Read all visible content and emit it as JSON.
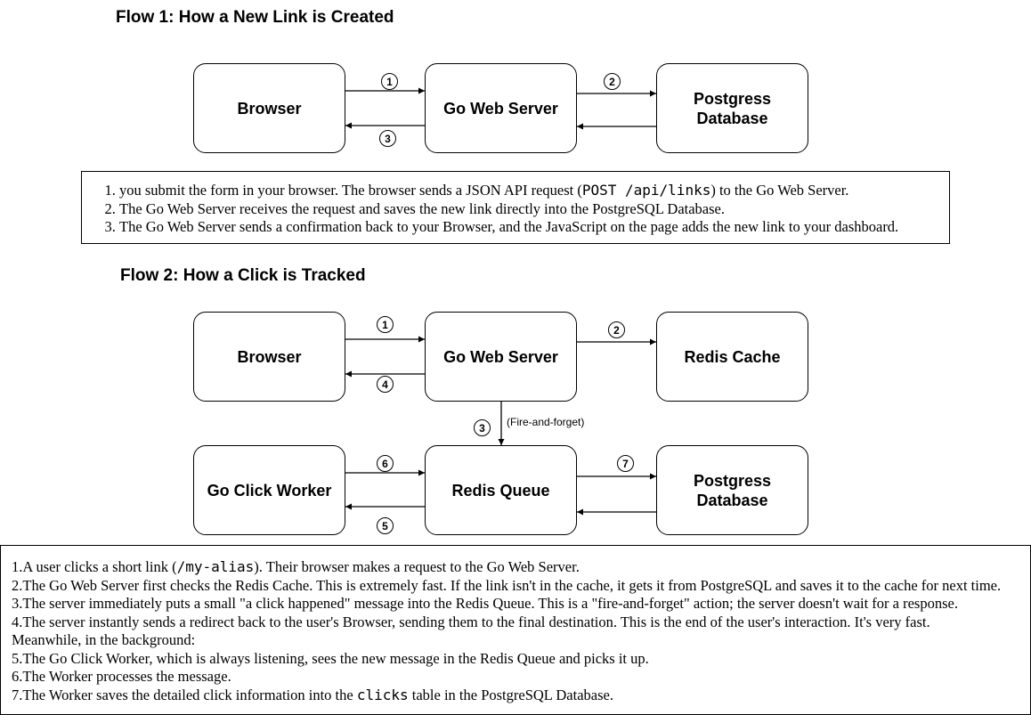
{
  "flow1": {
    "title": "Flow 1: How a New Link is Created",
    "nodes": {
      "browser": "Browser",
      "server": "Go Web Server",
      "db_line1": "Postgress",
      "db_line2": "Database"
    },
    "badges": [
      "1",
      "2",
      "3"
    ],
    "notes": [
      {
        "before": "you submit the form in your browser. The browser sends a JSON API request (",
        "code": "POST /api/links",
        "after": ") to the Go Web Server."
      },
      {
        "before": "The Go Web Server receives the request and saves the new link directly into the PostgreSQL Database.",
        "code": "",
        "after": ""
      },
      {
        "before": "The Go Web Server sends a confirmation back to your Browser, and the JavaScript on the page adds the new link to your dashboard.",
        "code": "",
        "after": ""
      }
    ]
  },
  "flow2": {
    "title": "Flow 2: How a Click is Tracked",
    "nodes": {
      "browser": "Browser",
      "server": "Go Web Server",
      "cache": "Redis Cache",
      "worker": "Go Click Worker",
      "queue": "Redis Queue",
      "db_line1": "Postgress",
      "db_line2": "Database"
    },
    "badges": [
      "1",
      "2",
      "3",
      "4",
      "5",
      "6",
      "7"
    ],
    "edge_label": "(Fire-and-forget)",
    "notes": [
      {
        "before": "1.A user clicks a short link (",
        "code": "/my-alias",
        "after": "). Their browser makes a request to the Go Web Server."
      },
      {
        "before": "2.The Go Web Server first checks the Redis Cache. This is extremely fast. If the link isn't in the cache, it gets it from PostgreSQL and saves it to the cache for next time.",
        "code": "",
        "after": ""
      },
      {
        "before": "3.The server immediately puts a small \"a click happened\" message into the Redis Queue. This is a \"fire-and-forget\" action; the server doesn't wait for a response.",
        "code": "",
        "after": ""
      },
      {
        "before": "4.The server instantly sends a redirect back to the user's Browser, sending them to the final destination. This is the end of the user's interaction. It's very fast.",
        "code": "",
        "after": ""
      },
      {
        "before": "Meanwhile, in the background:",
        "code": "",
        "after": ""
      },
      {
        "before": "5.The Go Click Worker, which is always listening, sees the new message in the Redis Queue and picks it up.",
        "code": "",
        "after": ""
      },
      {
        "before": "6.The Worker processes the message.",
        "code": "",
        "after": ""
      },
      {
        "before": "7.The Worker saves the detailed click information into the ",
        "code": "clicks",
        "after": " table in the PostgreSQL Database."
      }
    ]
  }
}
